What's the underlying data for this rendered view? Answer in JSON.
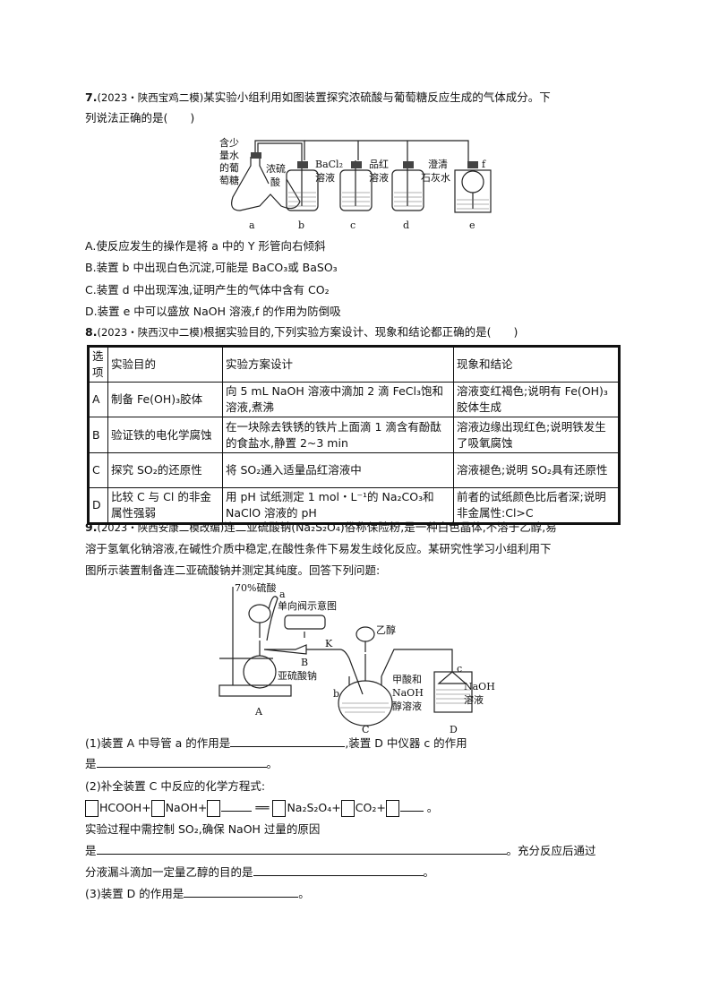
{
  "q7": {
    "number": "7.",
    "source": "(2023・陕西宝鸡二模)",
    "stem_line1": "某实验小组利用如图装置探究浓硫酸与葡萄糖反应生成的气体成分。下",
    "stem_line2": "列说法正确的是(　　)",
    "figure": {
      "glucose_label": [
        "含少",
        "量水",
        "的葡",
        "萄糖"
      ],
      "acid_label": [
        "浓硫",
        "酸"
      ],
      "b_label": [
        "BaCl₂",
        "溶液"
      ],
      "c_label": [
        "品红",
        "溶液"
      ],
      "d_label": [
        "澄清",
        "石灰水"
      ],
      "f_label": "f",
      "apparatus": [
        "a",
        "b",
        "c",
        "d",
        "e"
      ]
    },
    "options": [
      {
        "letter": "A.",
        "text": "使反应发生的操作是将 a 中的 Y 形管向右倾斜"
      },
      {
        "letter": "B.",
        "text": "装置 b 中出现白色沉淀,可能是 BaCO₃或 BaSO₃"
      },
      {
        "letter": "C.",
        "text": "装置 d 中出现浑浊,证明产生的气体中含有 CO₂"
      },
      {
        "letter": "D.",
        "text": "装置 e 中可以盛放 NaOH 溶液,f 的作用为防倒吸"
      }
    ]
  },
  "q8": {
    "number": "8.",
    "source": "(2023・陕西汉中二模)",
    "stem": "根据实验目的,下列实验方案设计、现象和结论都正确的是(　　)",
    "table": {
      "headers": [
        "选项",
        "实验目的",
        "实验方案设计",
        "现象和结论"
      ],
      "rows": [
        [
          "A",
          "制备 Fe(OH)₃胶体",
          "向 5 mL NaOH 溶液中滴加 2 滴 FeCl₃饱和溶液,煮沸",
          "溶液变红褐色;说明有 Fe(OH)₃胶体生成"
        ],
        [
          "B",
          "验证铁的电化学腐蚀",
          "在一块除去铁锈的铁片上面滴 1 滴含有酚酞的食盐水,静置 2~3 min",
          "溶液边缘出现红色;说明铁发生了吸氧腐蚀"
        ],
        [
          "C",
          "探究 SO₂的还原性",
          "将 SO₂通入适量品红溶液中",
          "溶液褪色;说明 SO₂具有还原性"
        ],
        [
          "D",
          "比较 C 与 Cl 的非金属性强弱",
          "用 pH 试纸测定 1 mol・L⁻¹的 Na₂CO₃和 NaClO 溶液的 pH",
          "前者的试纸颜色比后者深;说明非金属性:Cl>C"
        ]
      ]
    }
  },
  "q9": {
    "number": "9.",
    "source": "(2023・陕西安康二模改编)",
    "stem_line1": "连二亚硫酸钠(Na₂S₂O₄)俗称保险粉,是一种白色晶体,不溶于乙醇,易",
    "stem_line2": "溶于氢氧化钠溶液,在碱性介质中稳定,在酸性条件下易发生歧化反应。某研究性学习小组利用下",
    "stem_line3": "图所示装置制备连二亚硫酸钠并测定其纯度。回答下列问题:",
    "figure": {
      "acid": "70%硫酸",
      "a": "a",
      "valve_title": "单向阀示意图",
      "B": "B",
      "K": "K",
      "ethanol": "乙醇",
      "sulfite": "亚硫酸钠",
      "c_label": [
        "甲酸和",
        "NaOH",
        "醇溶液"
      ],
      "b": "b",
      "c": "c",
      "d_label": [
        "NaOH",
        "溶液"
      ],
      "apparatus": [
        "A",
        "C",
        "D"
      ]
    },
    "sub1_a": "(1)装置 A 中导管 a 的作用是",
    "sub1_b": ",装置 D 中仪器 c 的作用",
    "sub1_c": "是",
    "period": "。",
    "sub2": "(2)补全装置 C 中反应的化学方程式:",
    "eq": {
      "t1": "HCOOH+",
      "t2": "NaOH+",
      "eqsign": "══",
      "t3": "Na₂S₂O₄+",
      "t4": "CO₂+"
    },
    "sub2_b": "实验过程中需控制 SO₂,确保 NaOH 过量的原因",
    "sub2_c": "是",
    "sub2_d": "。充分反应后通过",
    "sub2_e": "分液漏斗滴加一定量乙醇的目的是",
    "sub3": "(3)装置 D 的作用是"
  }
}
